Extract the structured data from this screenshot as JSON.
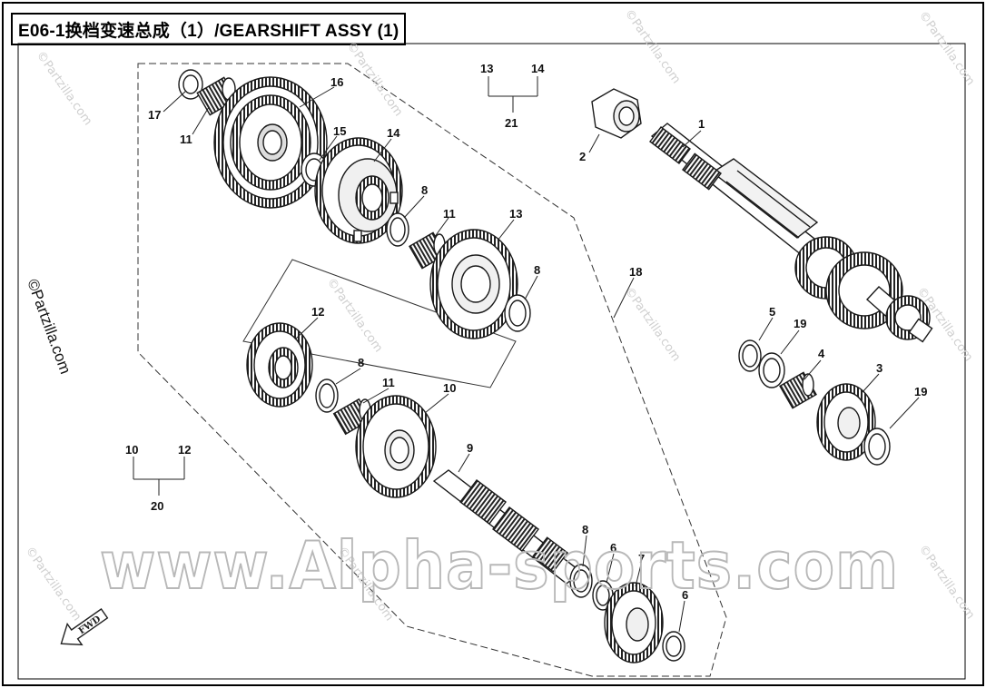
{
  "title": "E06-1换档变速总成（1）/GEARSHIFT ASSY (1)",
  "watermark_text": "www.Alpha-sports.com",
  "side_mark": "©Partzilla.com",
  "small_watermark": "©Partzilla.com",
  "fwd_label": "FWD",
  "callouts": {
    "p1": "1",
    "p2": "2",
    "p3": "3",
    "p4": "4",
    "p5": "5",
    "p6a": "6",
    "p6b": "6",
    "p7": "7",
    "p8a": "8",
    "p8b": "8",
    "p8c": "8",
    "p8d": "8",
    "p9": "9",
    "p10": "10",
    "p11a": "11",
    "p11b": "11",
    "p11c": "11",
    "p12": "12",
    "p13": "13",
    "p14": "14",
    "p15": "15",
    "p16": "16",
    "p17": "17",
    "p18": "18",
    "p19a": "19",
    "p19b": "19"
  },
  "assemblies": {
    "a21": {
      "label": "21",
      "left": "13",
      "right": "14"
    },
    "a20": {
      "label": "20",
      "left": "10",
      "right": "12"
    }
  },
  "colors": {
    "ink": "#1a1a1a",
    "watermark": "#c8c8c8",
    "frame": "#000000"
  }
}
